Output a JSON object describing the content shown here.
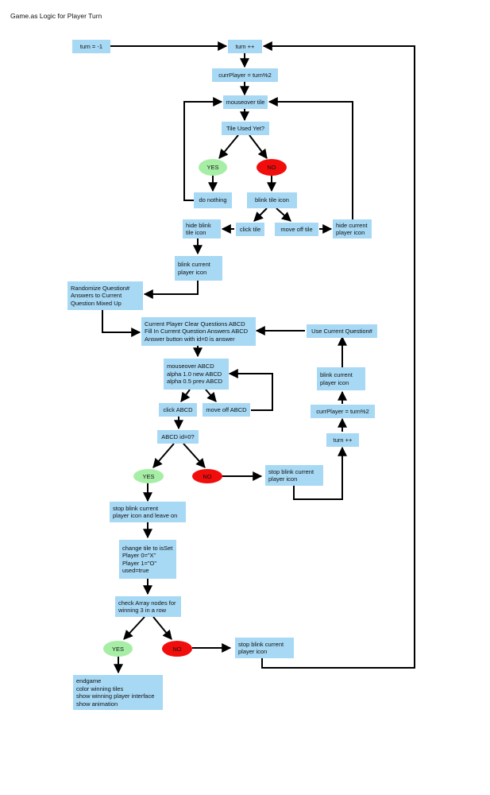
{
  "title": "Game.as Logic for Player Turn",
  "colors": {
    "box": "#a7d8f4",
    "yes": "#a6eea6",
    "no": "#f20d0d",
    "line": "#000000"
  },
  "nodes": {
    "turn_init": "turn = -1",
    "turn_inc_top": "turn ++",
    "curr_player_top": "currPlayer = turn%2",
    "mouseover_tile": "mouseover tile",
    "tile_used": "Tile Used Yet?",
    "yes_1": "YES",
    "no_1": "NO",
    "do_nothing": "do nothing",
    "blink_tile_icon": "blink tile icon",
    "hide_blink_tile_icon": "hide blink\ntile icon",
    "click_tile": "click tile",
    "move_off_tile": "move off tile",
    "hide_current_player_icon": "hide current\nplayer icon",
    "blink_current_player_icon_1": "blink current\nplayer icon",
    "randomize_question": "Randomize Question#\nAnswers to Current\nQuestion Mixed Up",
    "current_player_clear": "Current Player Clear Questions ABCD\nFill In Current Question Answers ABCD\nAnswer button with id=0 is answer",
    "use_current_question": "Use Current Question#",
    "mouseover_abcd": "mouseover ABCD\nalpha 1.0 new ABCD\nalpha 0.5 prev ABCD",
    "blink_current_player_icon_2": "blink current\nplayer icon",
    "click_abcd": "click ABCD",
    "move_off_abcd": "move off ABCD",
    "curr_player_right": "currPlayer = turn%2",
    "abcd_id": "ABCD id=0?",
    "turn_inc_right": "turn ++",
    "yes_2": "YES",
    "no_2": "NO",
    "stop_blink_1": "stop blink current\nplayer icon",
    "stop_blink_leave_on": "stop blink current\nplayer icon and leave on",
    "change_tile": "change tile to isSet\nPlayer 0=\"X\"\nPlayer 1=\"O\"\nused=true",
    "check_array": "check Array nodes for\nwinning 3 in a row",
    "yes_3": "YES",
    "no_3": "NO",
    "stop_blink_2": "stop blink current\nplayer icon",
    "endgame": "endgame\ncolor winning tiles\nshow winning player interface\nshow animation"
  }
}
